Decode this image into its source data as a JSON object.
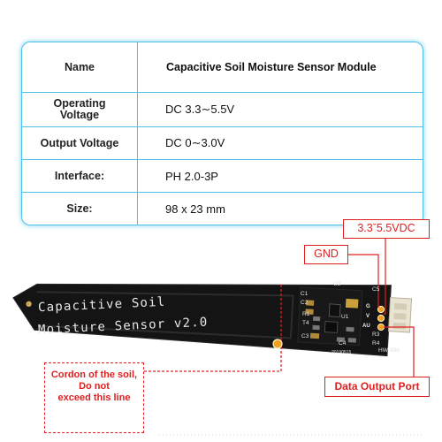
{
  "spec_table": {
    "rows": [
      {
        "label": "Name",
        "value": "Capacitive Soil Moisture Sensor Module"
      },
      {
        "label": "Operating\nVoltage",
        "value": "DC 3.3∼5.5V"
      },
      {
        "label": "Output Voltage",
        "value": "DC 0∼3.0V"
      },
      {
        "label": "Interface:",
        "value": "PH 2.0-3P"
      },
      {
        "label": "Size:",
        "value": "98 x 23 mm"
      }
    ]
  },
  "board": {
    "label_line1": "Capacitive  Soil",
    "label_line2": "Moisture Sensor  v2.0",
    "components": [
      "C1",
      "C2",
      "U2",
      "C5",
      "R1",
      "T4",
      "C3",
      "U1",
      "R3",
      "C4",
      "R4"
    ],
    "pins": [
      "G",
      "V",
      "AU"
    ],
    "model": "HW-390",
    "serial": "20190515"
  },
  "callouts": {
    "voltage": "3.3ˇ5.5VDC",
    "gnd": "GND",
    "data_output": "Data Output Port",
    "cordon_line1": "Cordon of the soil,",
    "cordon_line2": "Do not",
    "cordon_line3": "exceed this line"
  },
  "colors": {
    "table_border": "#4fc1e9",
    "callout_red": "#e02020",
    "pcb": "#141414",
    "indicator_orange": "#f0a020"
  }
}
